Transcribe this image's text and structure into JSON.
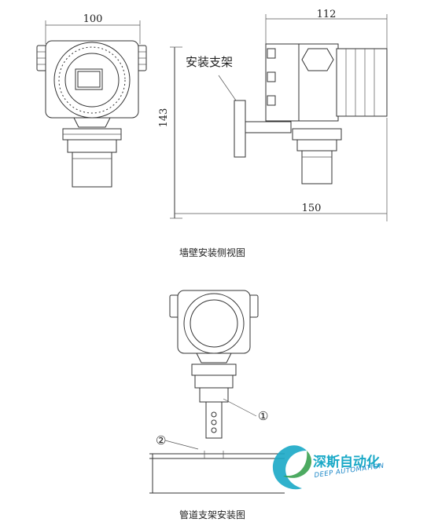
{
  "top_section": {
    "front_view": {
      "width_dim": "100"
    },
    "side_view": {
      "depth_dim": "112",
      "height_dim": "143",
      "offset_dim": "150",
      "bracket_label": "安装支架"
    },
    "caption": "墙壁安装侧视图"
  },
  "bottom_section": {
    "callout_1": "①",
    "callout_2": "②",
    "caption": "管道支架安装图"
  },
  "logo": {
    "name_cn": "深斯自动化",
    "name_en": "DEEP AUTOMATION",
    "colors": {
      "primary": "#1aa9c7",
      "secondary": "#2e9b45"
    }
  }
}
